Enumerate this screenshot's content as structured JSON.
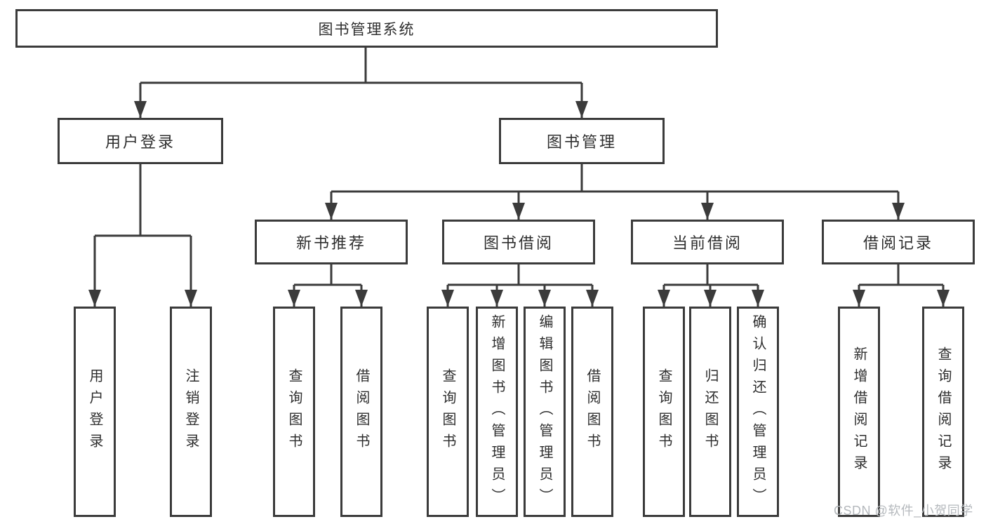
{
  "tree": {
    "root": "图书管理系统",
    "branches": [
      {
        "label": "用户登录",
        "children": [
          "用户登录",
          "注销登录"
        ]
      },
      {
        "label": "图书管理",
        "children": [
          {
            "label": "新书推荐",
            "children": [
              "查询图书",
              "借阅图书"
            ]
          },
          {
            "label": "图书借阅",
            "children": [
              "查询图书",
              "新增图书（管理员）",
              "编辑图书（管理员）",
              "借阅图书"
            ]
          },
          {
            "label": "当前借阅",
            "children": [
              "查询图书",
              "归还图书",
              "确认归还（管理员）"
            ]
          },
          {
            "label": "借阅记录",
            "children": [
              "新增借阅记录",
              "查询借阅记录"
            ]
          }
        ]
      }
    ]
  },
  "watermark": "CSDN @软件_小贺同学",
  "colors": {
    "line": "#3b3b3b",
    "text": "#2e2e2e",
    "watermark": "#b5b9bd",
    "background": "#ffffff"
  }
}
